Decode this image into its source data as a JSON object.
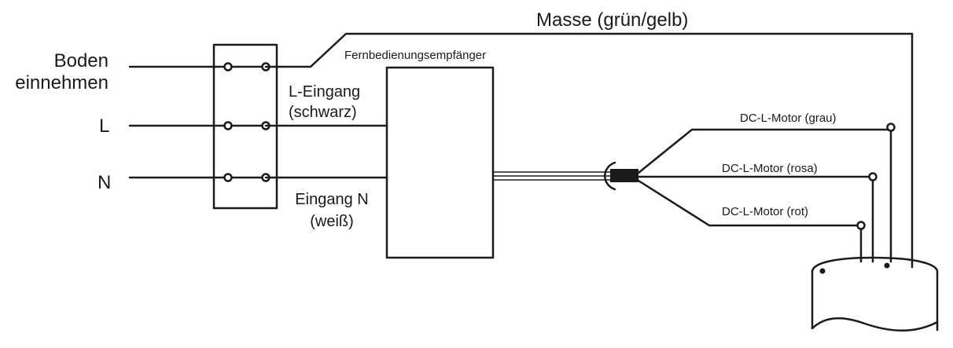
{
  "labels": {
    "ground_input": "Boden\neinnehmen",
    "line": "L",
    "neutral": "N",
    "earth": "Masse (grün/gelb)",
    "receiver": "Fernbedienungsempfänger",
    "l_input": "L-Eingang\n(schwarz)",
    "n_input": "Eingang N\n(weiß)",
    "motor_grey": "DC-L-Motor (grau)",
    "motor_pink": "DC-L-Motor (rosa)",
    "motor_red": "DC-L-Motor (rot)"
  },
  "colors": {
    "line": "#1a1a1a",
    "background": "#ffffff"
  }
}
